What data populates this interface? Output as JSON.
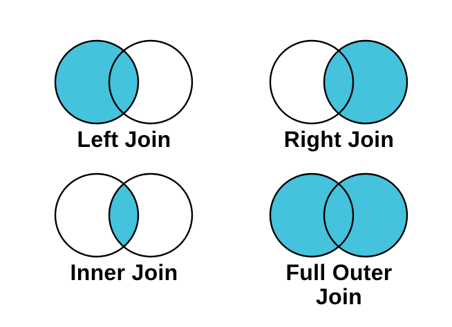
{
  "colors": {
    "shade_fill": "#45C2DC",
    "circle_stroke": "#000000",
    "label_text": "#000000",
    "background": "#FFFFFF"
  },
  "venn": {
    "circle_radius": 60,
    "center_separation": 78,
    "stroke_width": 2.4
  },
  "diagrams": [
    {
      "label": "Left Join",
      "shaded_region": "left"
    },
    {
      "label": "Right Join",
      "shaded_region": "right"
    },
    {
      "label": "Inner Join",
      "shaded_region": "intersection"
    },
    {
      "label": "Full Outer Join",
      "shaded_region": "both"
    }
  ]
}
